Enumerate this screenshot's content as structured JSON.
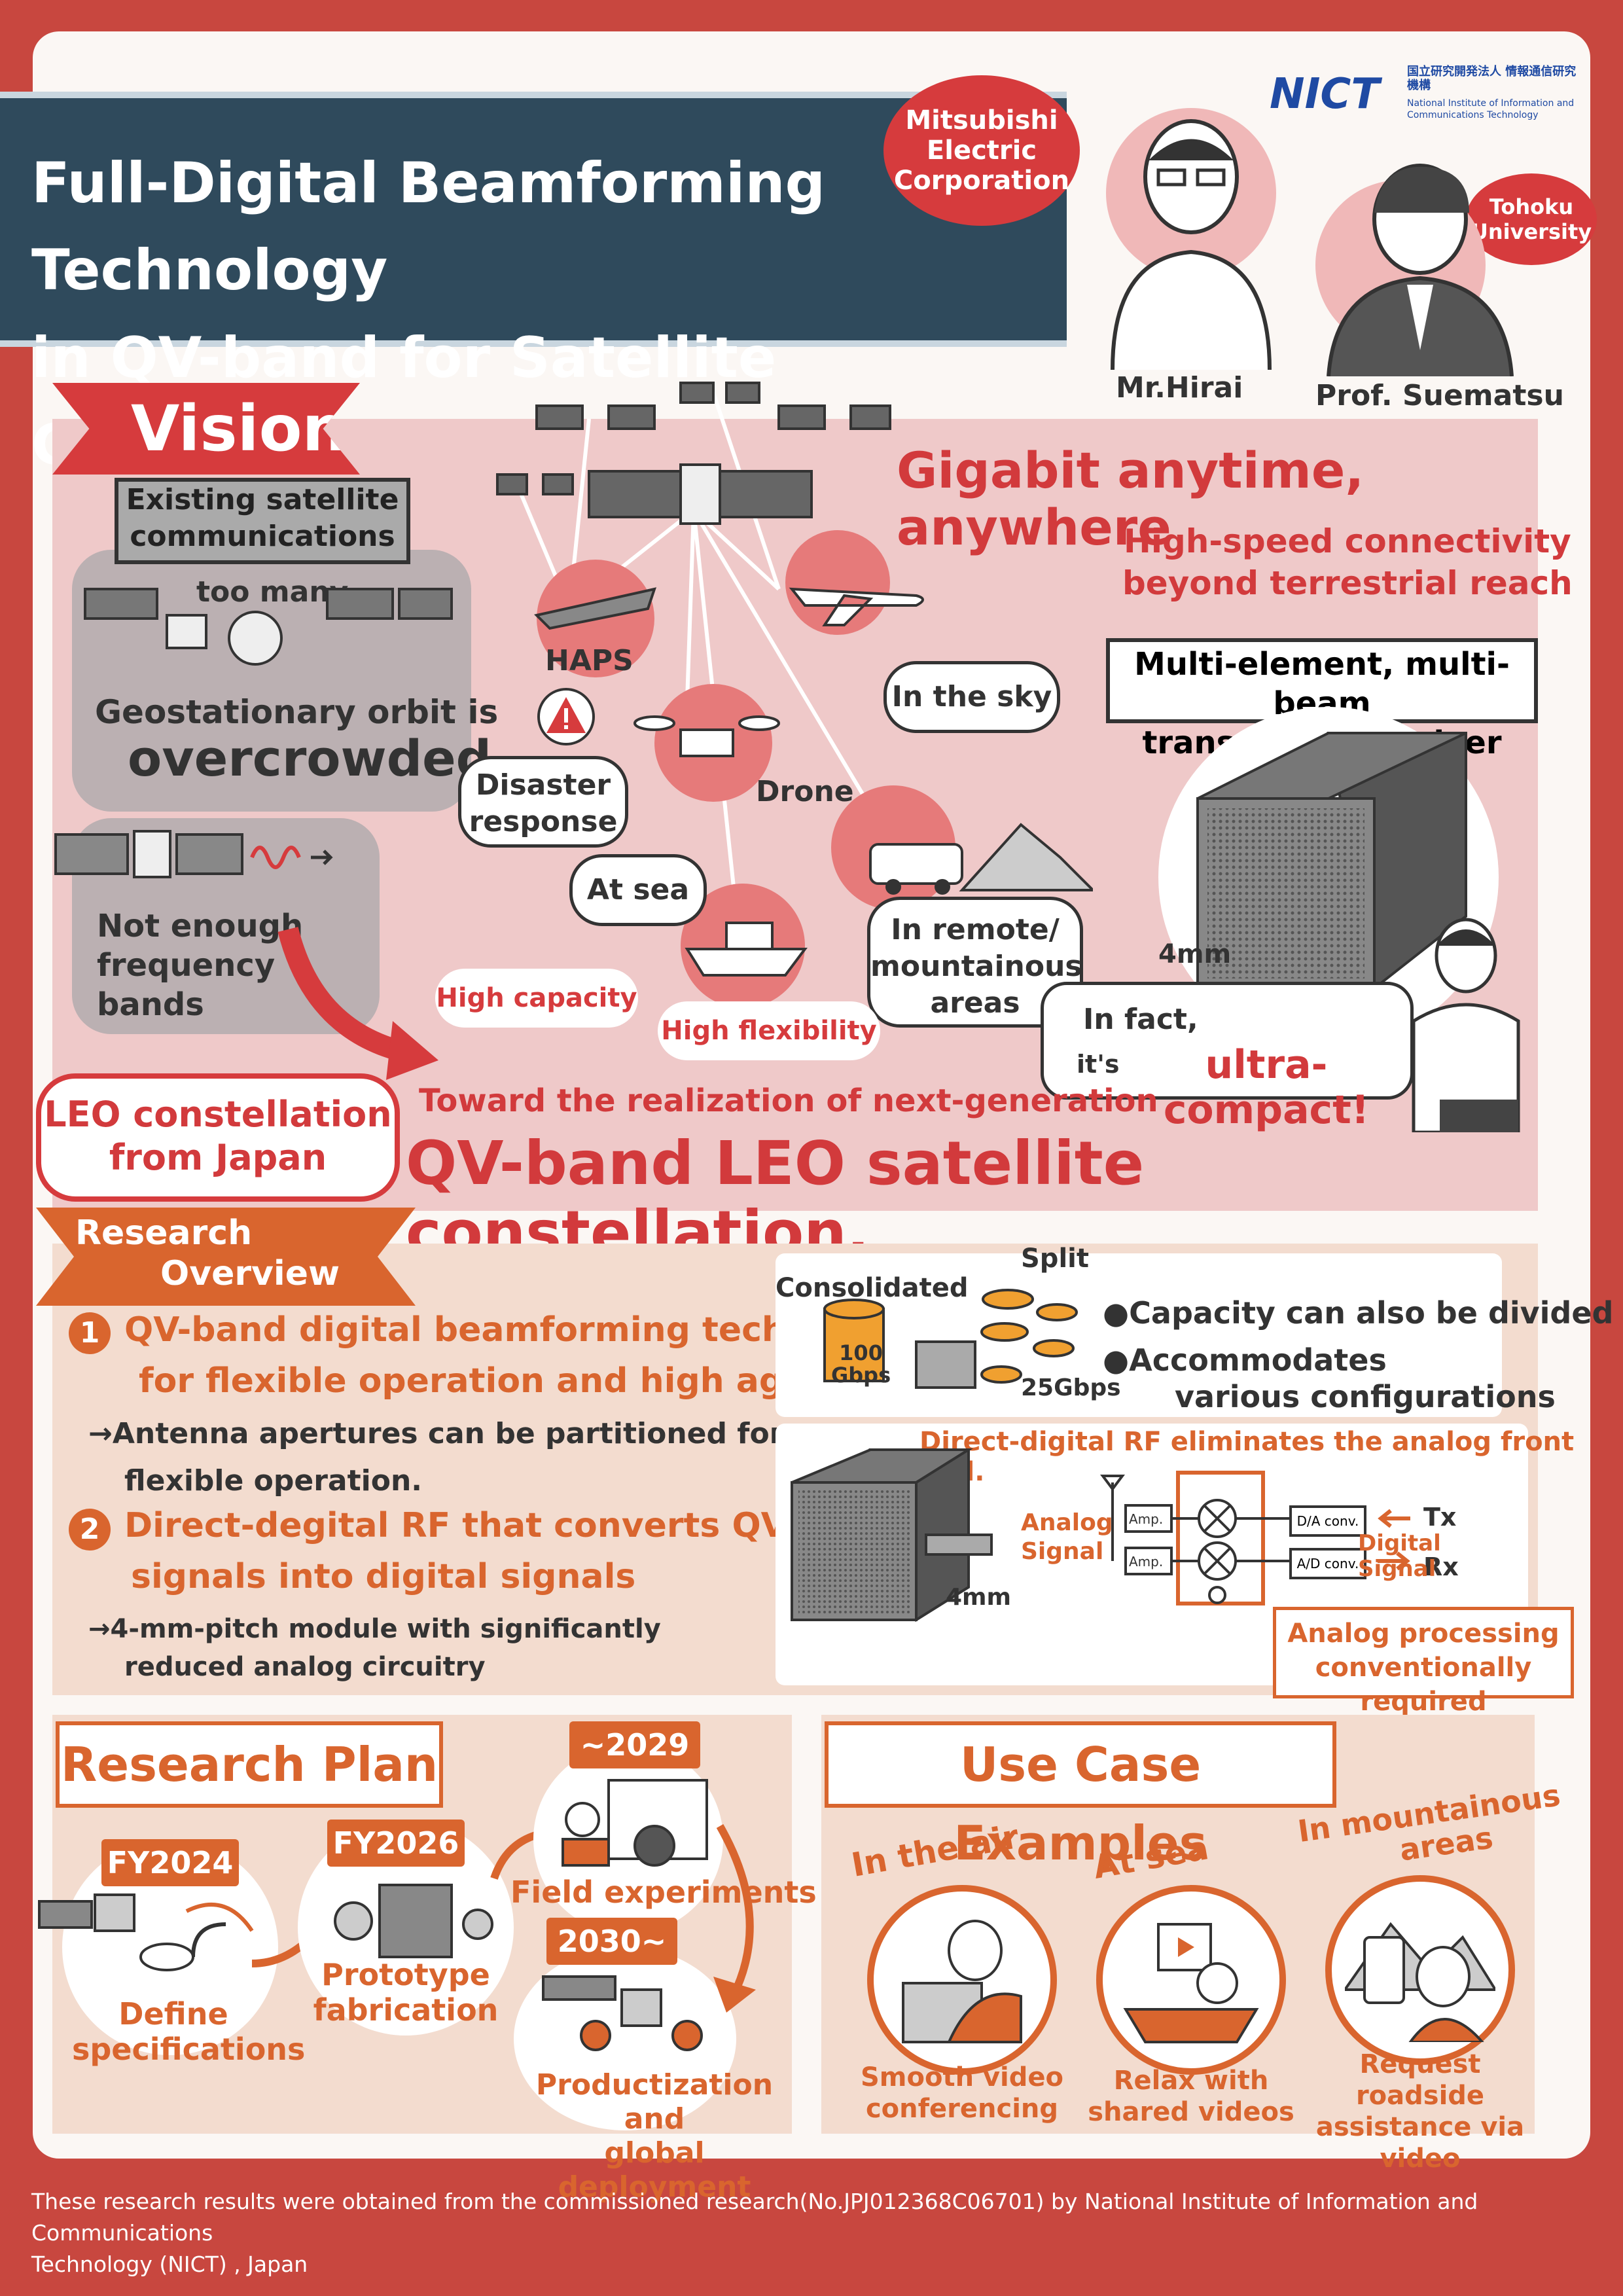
{
  "header": {
    "title_line1": "Full-Digital Beamforming Technology",
    "title_line2": "in QV-band for Satellite Communications",
    "logo_text": "NICT",
    "logo_jp": "国立研究開発法人 情報通信研究機構",
    "logo_en1": "National Institute of Information and",
    "logo_en2": "Communications Technology",
    "bubble_mitsubishi": [
      "Mitsubishi",
      "Electric",
      "Corporation"
    ],
    "bubble_tohoku": [
      "Tohoku",
      "University"
    ],
    "person1": "Mr.Hirai",
    "person2": "Prof. Suematsu"
  },
  "vision": {
    "ribbon": "Vision",
    "existing": [
      "Existing satellite",
      "communications"
    ],
    "too_many": "too many",
    "geo_line1": "Geostationary orbit is",
    "geo_line2": "overcrowded",
    "freq": [
      "Not enough",
      "frequency",
      "bands"
    ],
    "haps": "HAPS",
    "disaster": [
      "Disaster",
      "response"
    ],
    "drone": "Drone",
    "in_the_sky": "In the sky",
    "at_sea": "At sea",
    "remote": [
      "In remote/",
      "mountainous",
      "areas"
    ],
    "high_capacity": "High capacity",
    "high_flexibility": "High flexibility",
    "gigabit": "Gigabit anytime, anywhere",
    "high_speed": [
      "High-speed connectivity",
      "beyond terrestrial reach"
    ],
    "multi": [
      "Multi-element, multi-beam",
      "transmitter/receiver"
    ],
    "size": "4mm",
    "in_fact": "In fact,",
    "its": "it's",
    "ultra": "ultra-compact!",
    "leo_badge": [
      "LEO constellation",
      "from Japan"
    ],
    "toward": "Toward the realization of next-generation",
    "qv_big": "QV-band LEO satellite constellation."
  },
  "overview": {
    "ribbon": [
      "Research",
      "Overview"
    ],
    "item1_num": "1",
    "item1": [
      "QV-band digital beamforming technology",
      "for flexible operation and high agility"
    ],
    "item1_sub": [
      "→Antenna apertures can be partitioned for",
      "flexible operation."
    ],
    "item2_num": "2",
    "item2": [
      "Direct-degital RF that converts QV-band",
      "signals into digital signals"
    ],
    "item2_sub": [
      "→4-mm-pitch module with significantly",
      "reduced analog circuitry"
    ],
    "consolidated": "Consolidated",
    "split": "Split",
    "gbps100": [
      "100",
      "Gbps"
    ],
    "gbps25": "25Gbps",
    "capacity": "●Capacity can also be divided",
    "accom": [
      "●Accommodates",
      "various configurations"
    ],
    "direct": "Direct-digital RF eliminates the analog front end.",
    "analog_signal": [
      "Analog",
      "Signal"
    ],
    "amp": "Amp.",
    "da": "D/A conv.",
    "ad": "A/D conv.",
    "tx": "Tx",
    "rx": "Rx",
    "digital_signal": "Digital Signal",
    "size": "4mm",
    "analog_proc": [
      "Analog processing",
      "conventionally required"
    ]
  },
  "plan": {
    "title": "Research Plan",
    "fy2024": "FY2024",
    "define": [
      "Define",
      "specifications"
    ],
    "fy2026": "FY2026",
    "proto": [
      "Prototype",
      "fabrication"
    ],
    "y2029": "~2029",
    "field": "Field experiments",
    "y2030": "2030~",
    "product": [
      "Productization and",
      "global deployment"
    ]
  },
  "usecase": {
    "title": "Use Case Examples",
    "air": "In the air",
    "air_desc": [
      "Smooth video",
      "conferencing"
    ],
    "sea": "At sea",
    "sea_desc": [
      "Relax with",
      "shared videos"
    ],
    "mount": [
      "In mountainous",
      "areas"
    ],
    "mount_desc": [
      "Request roadside",
      "assistance via video"
    ]
  },
  "footer": [
    "These research results were obtained from the commissioned research(No.JPJ012368C06701) by National Institute of Information and Communications",
    "Technology (NICT) , Japan"
  ],
  "colors": {
    "accent": "#d63b3d",
    "title_bg": "#2f4a5c",
    "orange": "#d9652e",
    "vision_bg": "#efc9c9",
    "overview_bg": "#f3dccf"
  }
}
